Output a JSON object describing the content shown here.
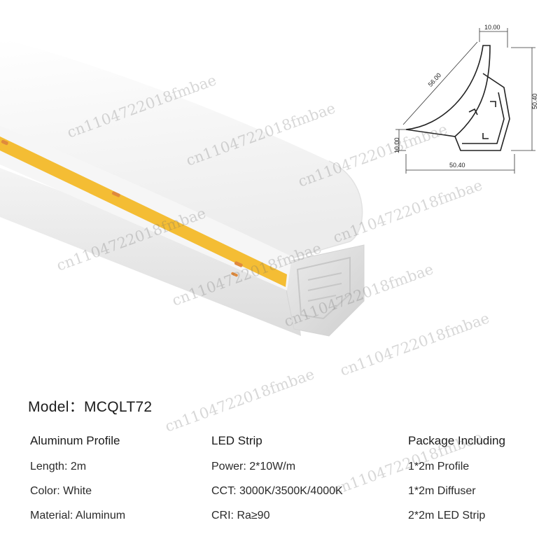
{
  "model": {
    "label": "Model：",
    "value": "MCQLT72"
  },
  "columns": [
    {
      "heading": "Aluminum Profile",
      "rows": [
        "Length: 2m",
        "Color: White",
        "Material: Aluminum"
      ]
    },
    {
      "heading": "LED Strip",
      "rows": [
        "Power: 2*10W/m",
        "CCT: 3000K/3500K/4000K",
        "CRI: Ra≥90"
      ]
    },
    {
      "heading": "Package Including",
      "rows": [
        "1*2m Profile",
        "1*2m Diffuser",
        "2*2m LED Strip"
      ]
    }
  ],
  "drawing": {
    "top_width": "10.00",
    "diagonal": "56.00",
    "height": "50.40",
    "left_height": "10.00",
    "bottom_width": "50.40"
  },
  "watermark": "cn1104722018fmbae",
  "colors": {
    "led_strip": "#f4bd34",
    "profile": "#f2f2f2",
    "led_chip": "#e08a3c"
  }
}
